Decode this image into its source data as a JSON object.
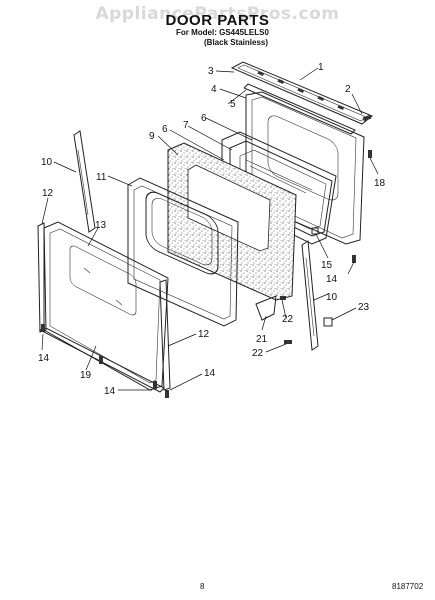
{
  "watermark": "AppliancePartsPros.com",
  "title": "DOOR PARTS",
  "model_line": "For Model: GS445LELS0",
  "variant_line": "(Black Stainless)",
  "footer": {
    "page_number": "8",
    "doc_number": "8187702"
  },
  "callouts": {
    "c1": "1",
    "c2": "2",
    "c3": "3",
    "c4": "4",
    "c5": "5",
    "c6a": "6",
    "c6b": "6",
    "c7": "7",
    "c9": "9",
    "c10a": "10",
    "c10b": "10",
    "c11": "11",
    "c12a": "12",
    "c12b": "12",
    "c13": "13",
    "c14a": "14",
    "c14b": "14",
    "c14c": "14",
    "c14d": "14",
    "c15": "15",
    "c18": "18",
    "c19": "19",
    "c21": "21",
    "c22a": "22",
    "c22b": "22",
    "c23": "23"
  }
}
